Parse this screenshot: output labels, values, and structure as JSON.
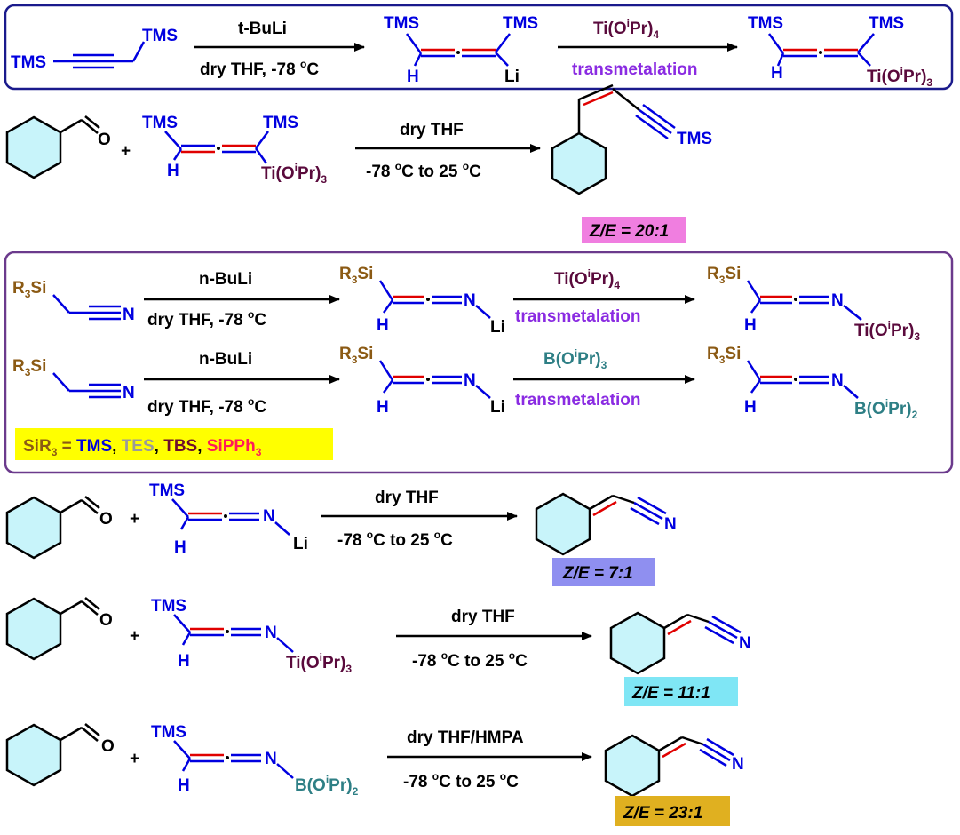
{
  "colors": {
    "black": "#000000",
    "blue": "#0000e0",
    "red": "#e00000",
    "ti_maroon": "#5a0a3c",
    "transmetalation_purple": "#8a2be2",
    "silyl_brown": "#8b5a14",
    "boron_teal": "#2e7f85",
    "ring_fill": "#c8f4fa",
    "box1_border": "#1a1a8c",
    "box2_border": "#6b3a8c",
    "ratio1_bg": "#f07ee0",
    "ratio2_bg": "#8f8ff0",
    "ratio3_bg": "#7fe6f5",
    "ratio4_bg": "#e0b020",
    "legend_bg": "#ffff00",
    "tes_gray": "#9a9a9a",
    "tbs_maroon": "#6e0f2d",
    "sipph_red": "#ff1a5a"
  },
  "labels": {
    "tms": "TMS",
    "h": "H",
    "li": "Li",
    "n": "N",
    "o": "O",
    "plus": "+",
    "r3": "R",
    "r3_sub": "3",
    "si": "Si",
    "ti_prefix": "Ti(O",
    "b_prefix": "B(O",
    "i_sup": "i",
    "pr_close": "Pr)",
    "pr_close_4": "Pr)",
    "sub3": "3",
    "sub2": "2",
    "sub4": "4"
  },
  "conditions": {
    "tbuli": "t-BuLi",
    "nbuli": "n-BuLi",
    "dry_thf_78": "dry THF, -78 ",
    "dry_thf_78_spaced": "dry THF,  -78 ",
    "deg_c": "oC",
    "dry_thf": "dry THF",
    "dry_thf_hmpa": "dry THF/HMPA",
    "temp_range_a": "-78 ",
    "temp_range_b": "to 25 ",
    "transmetalation": "transmetalation",
    "ti_oipr4": "Ti(O",
    "b_oipr3": "B(O"
  },
  "legend": {
    "prefix": "SiR",
    "prefix_sub": "3",
    "eq": " = ",
    "tms": "TMS",
    "tes": "TES",
    "tbs": "TBS",
    "sipph": "SiPPh",
    "sipph_sub": "3",
    "comma": ", "
  },
  "ratios": {
    "r1": "Z/E = 20:1",
    "r2": "Z/E = 7:1",
    "r3": "Z/E = 11:1",
    "r4": "Z/E = 23:1"
  }
}
